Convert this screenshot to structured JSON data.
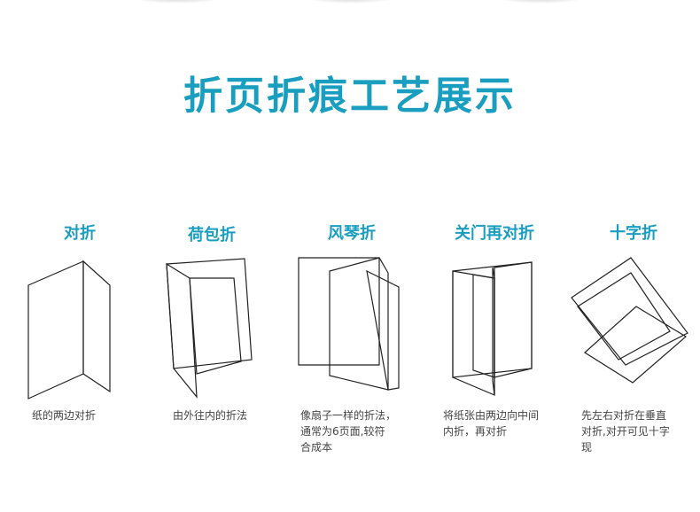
{
  "page_title": "折页折痕工艺展示",
  "folds": [
    {
      "name": "对折",
      "desc_lines": [
        "纸的两边对折"
      ]
    },
    {
      "name": "荷包折",
      "desc_lines": [
        "由外往内的折法"
      ]
    },
    {
      "name": "风琴折",
      "desc_lines": [
        "像扇子一样的折法，",
        "通常为6页面,较符",
        "合成本"
      ]
    },
    {
      "name": "关门再对折",
      "desc_lines": [
        "将纸张由两边向中间",
        "内折，再对折"
      ]
    },
    {
      "name": "十字折",
      "desc_lines": [
        "先左右对折在垂直",
        "对折,对开可见十字",
        "现"
      ]
    }
  ],
  "colors": {
    "accent": "#1a9ec0",
    "line": "#222222",
    "text": "#444444"
  }
}
